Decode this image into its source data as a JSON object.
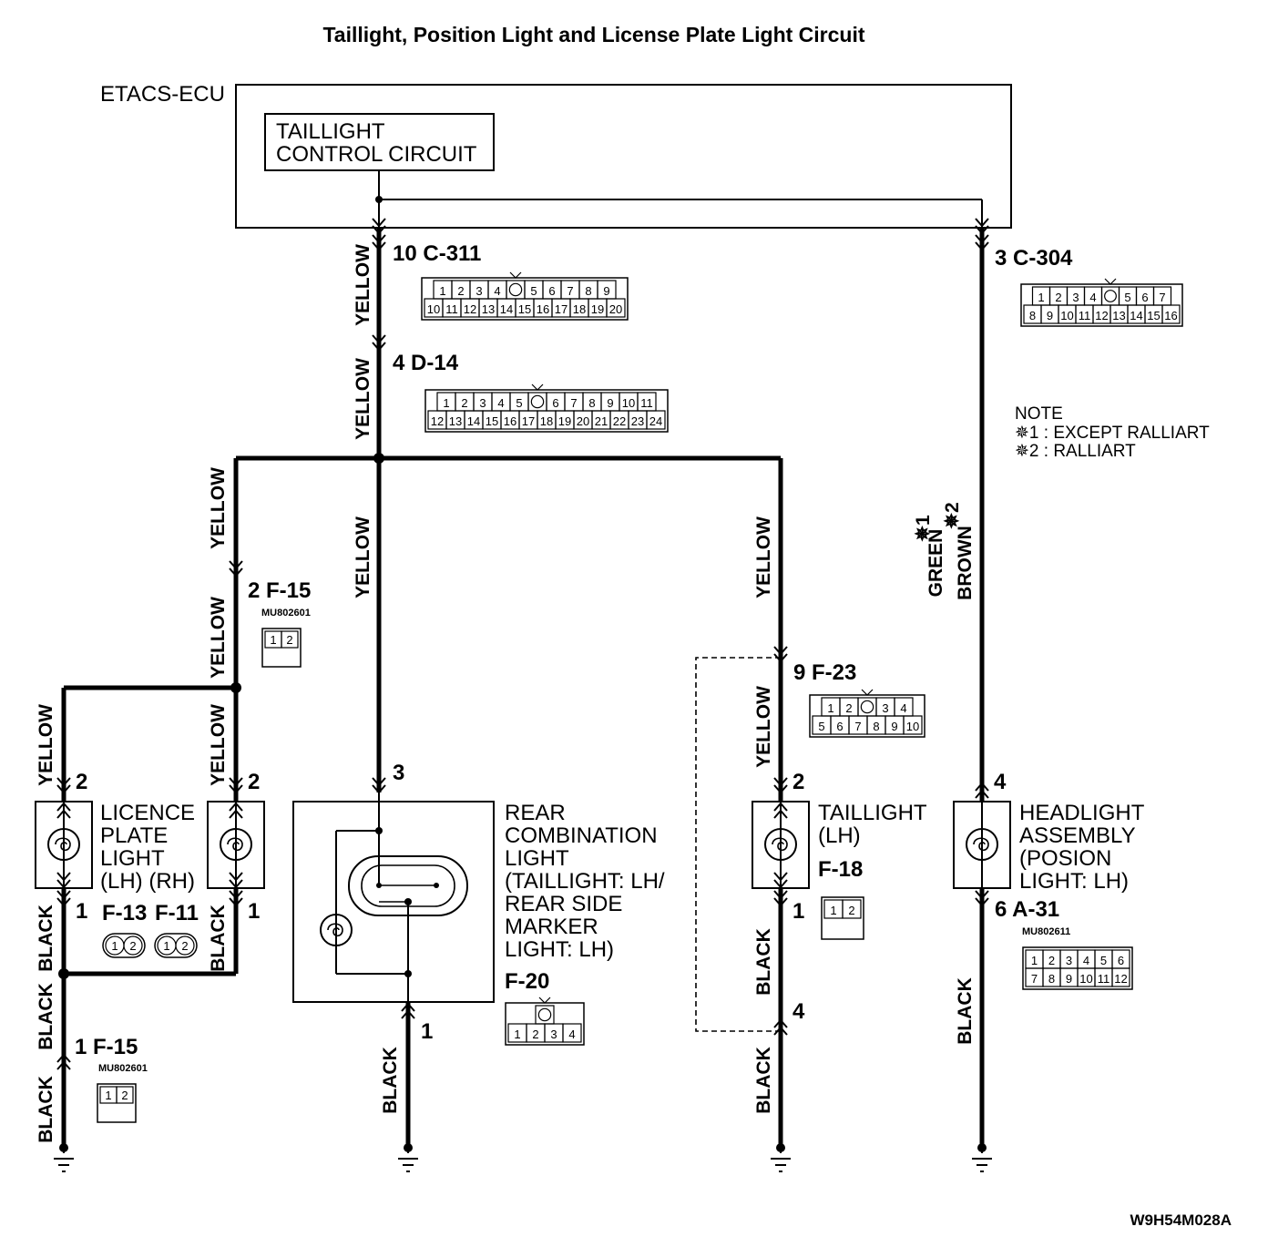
{
  "title": "Taillight, Position Light and License Plate Light Circuit",
  "ecu": {
    "name": "ETACS-ECU",
    "circuit_line1": "TAILLIGHT",
    "circuit_line2": "CONTROL CIRCUIT"
  },
  "note": {
    "heading": "NOTE",
    "line1": "✵1 : EXCEPT RALLIART",
    "line2": "✵2 : RALLIART"
  },
  "wires": {
    "yellow": "YELLOW",
    "black": "BLACK",
    "green": "GREEN",
    "brown": "BROWN",
    "star1": "✵1",
    "star2": "✵2"
  },
  "connectors": {
    "c311": {
      "label": "10  C-311",
      "pins_top": [
        "1",
        "2",
        "3",
        "4",
        "",
        "5",
        "6",
        "7",
        "8",
        "9"
      ],
      "pins_bottom": [
        "10",
        "11",
        "12",
        "13",
        "14",
        "15",
        "16",
        "17",
        "18",
        "19",
        "20"
      ]
    },
    "c304": {
      "label": "3  C-304",
      "pins_top": [
        "1",
        "2",
        "3",
        "4",
        "",
        "5",
        "6",
        "7"
      ],
      "pins_bottom": [
        "8",
        "9",
        "10",
        "11",
        "12",
        "13",
        "14",
        "15",
        "16"
      ]
    },
    "d14": {
      "label": "4  D-14",
      "pins_top": [
        "1",
        "2",
        "3",
        "4",
        "5",
        "",
        "6",
        "7",
        "8",
        "9",
        "10",
        "11"
      ],
      "pins_bottom": [
        "12",
        "13",
        "14",
        "15",
        "16",
        "17",
        "18",
        "19",
        "20",
        "21",
        "22",
        "23",
        "24"
      ]
    },
    "f15_top": {
      "label": "2  F-15",
      "part": "MU802601",
      "pins": [
        "1",
        "2"
      ]
    },
    "f15_bottom": {
      "label": "1  F-15",
      "part": "MU802601",
      "pins": [
        "1",
        "2"
      ]
    },
    "f23": {
      "label": "9  F-23",
      "pins_top": [
        "1",
        "2",
        "",
        "3",
        "4"
      ],
      "pins_bottom": [
        "5",
        "6",
        "7",
        "8",
        "9",
        "10"
      ]
    },
    "f13": {
      "label": "F-13",
      "pins": [
        "1",
        "2"
      ]
    },
    "f11": {
      "label": "F-11",
      "pins": [
        "1",
        "2"
      ]
    },
    "f18": {
      "label": "F-18",
      "pins": [
        "1",
        "2"
      ]
    },
    "f20": {
      "label": "F-20",
      "pins": [
        "1",
        "2",
        "3",
        "4"
      ]
    },
    "a31": {
      "label": "6  A-31",
      "part": "MU802611",
      "pins_top": [
        "1",
        "2",
        "3",
        "4",
        "5",
        "6"
      ],
      "pins_bottom": [
        "7",
        "8",
        "9",
        "10",
        "11",
        "12"
      ]
    }
  },
  "pin_numbers": {
    "lic_lh_top": "2",
    "lic_lh_bottom": "1",
    "lic_rh_top": "2",
    "lic_rh_bottom": "1",
    "rear_top": "3",
    "rear_bottom": "1",
    "tail_top": "2",
    "tail_bottom": "1",
    "tail_f23_4": "4",
    "head_top": "4"
  },
  "components": {
    "licence": {
      "line1": "LICENCE",
      "line2": "PLATE",
      "line3": "LIGHT",
      "line4": "(LH)  (RH)"
    },
    "rear": {
      "line1": "REAR",
      "line2": "COMBINATION",
      "line3": "LIGHT",
      "line4": "(TAILLIGHT: LH/",
      "line5": " REAR SIDE",
      "line6": " MARKER",
      "line7": " LIGHT: LH)"
    },
    "taillight": {
      "line1": "TAILLIGHT",
      "line2": "(LH)"
    },
    "headlight": {
      "line1": "HEADLIGHT",
      "line2": "ASSEMBLY",
      "line3": "(POSION",
      "line4": " LIGHT: LH)"
    }
  },
  "figure_code": "W9H54M028A"
}
